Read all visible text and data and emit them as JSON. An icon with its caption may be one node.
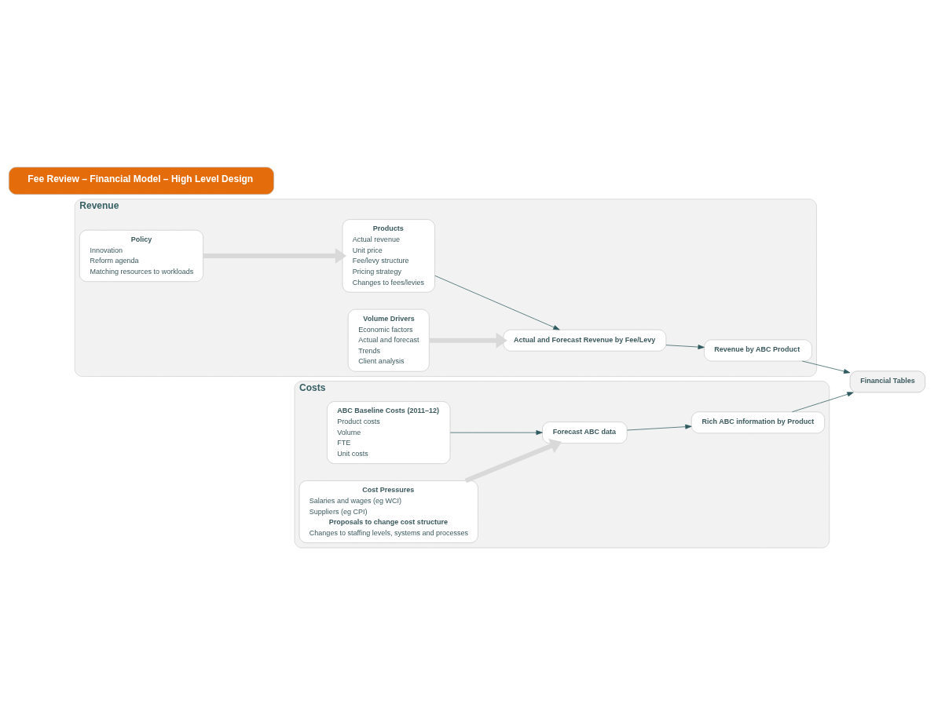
{
  "diagram": {
    "nodes": [
      {
        "text": [
          "Revenue"
        ]
      },
      {
        "text": [
          "Policy",
          "Innovation",
          "Reform agenda",
          "Matching resources to workloads"
        ],
        "in": 0
      },
      {
        "text": [
          "Volume Drivers",
          "Economic factors",
          "Actual and forecast",
          "Trends",
          "Client analysis"
        ],
        "in": 0
      },
      {
        "text": [
          "Products",
          "Actual revenue",
          "Unit price",
          "Fee/levy structure",
          "Pricing strategy",
          "Changes to fees/levies"
        ],
        "in": 0
      },
      {
        "text": [
          "Actual and Forecast Revenue by Fee/Levy"
        ],
        "in": 0
      },
      {
        "text": [
          "Revenue by ABC Product"
        ],
        "in": 0
      },
      {
        "text": [
          "Fee Review – Financial Model – High Level Design"
        ]
      },
      {
        "text": [
          "Financial Tables"
        ]
      },
      {
        "text": [
          "Costs"
        ]
      },
      {
        "text": [
          "ABC Baseline Costs (2011–12)",
          "Product costs",
          "Volume",
          "FTE",
          "Unit costs"
        ],
        "in": 8
      },
      {
        "text": [
          "Forecast ABC data"
        ],
        "in": 8
      },
      {
        "text": [
          "Rich ABC information by Product"
        ],
        "in": 8
      },
      {
        "text": [
          "Cost Pressures",
          "Salaries and wages (eg WCI)",
          "Suppliers (eg CPI)",
          "Proposals to change cost structure",
          "Changes to staffing levels, systems and processes"
        ],
        "in": 8
      }
    ],
    "edges": [
      {
        "from": 1,
        "to": 3,
        "arrow": "to",
        "style": "thick",
        "color": "#d9d9d9"
      },
      {
        "from": 2,
        "to": 4,
        "arrow": "to",
        "style": "thick",
        "color": "#d9d9d9"
      },
      {
        "from": 3,
        "to": 4,
        "arrow": "to"
      },
      {
        "from": 4,
        "to": 5,
        "arrow": "to"
      },
      {
        "from": 5,
        "to": 7,
        "arrow": "to"
      },
      {
        "from": 9,
        "to": 10,
        "arrow": "to"
      },
      {
        "from": 10,
        "to": 11,
        "arrow": "to"
      },
      {
        "from": 11,
        "to": 7,
        "arrow": "to"
      },
      {
        "from": 12,
        "to": 10,
        "arrow": "to",
        "style": "thick",
        "color": "#d9d9d9"
      }
    ]
  }
}
